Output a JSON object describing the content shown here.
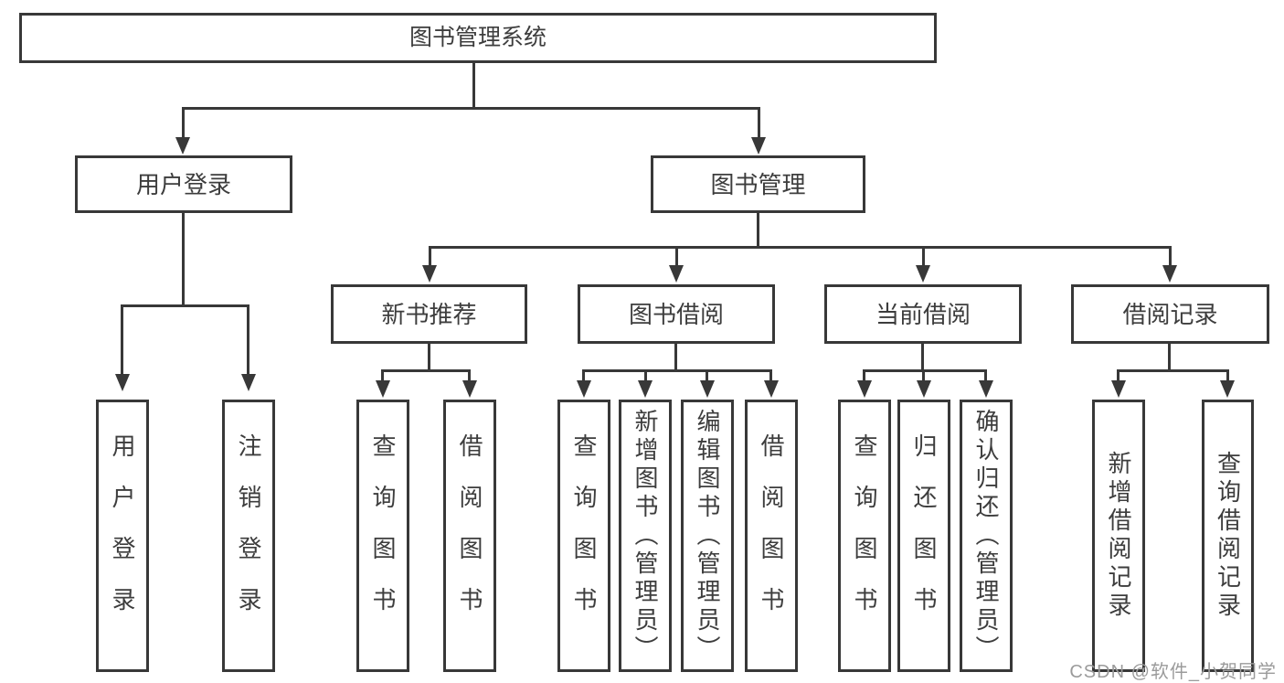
{
  "colors": {
    "line": "#383838",
    "text": "#3d3d3d",
    "watermark": "#9b9b9b",
    "background": "#ffffff"
  },
  "watermark": "CSDN @软件_小贺同学",
  "tree": {
    "label": "图书管理系统",
    "children": [
      {
        "label": "用户登录",
        "children": [
          {
            "label": "用户登录"
          },
          {
            "label": "注销登录"
          }
        ]
      },
      {
        "label": "图书管理",
        "children": [
          {
            "label": "新书推荐",
            "children": [
              {
                "label": "查询图书"
              },
              {
                "label": "借阅图书"
              }
            ]
          },
          {
            "label": "图书借阅",
            "children": [
              {
                "label": "查询图书"
              },
              {
                "label": "新增图书（管理员）"
              },
              {
                "label": "编辑图书（管理员）"
              },
              {
                "label": "借阅图书"
              }
            ]
          },
          {
            "label": "当前借阅",
            "children": [
              {
                "label": "查询图书"
              },
              {
                "label": "归还图书"
              },
              {
                "label": "确认归还（管理员）"
              }
            ]
          },
          {
            "label": "借阅记录",
            "children": [
              {
                "label": "新增借阅记录"
              },
              {
                "label": "查询借阅记录"
              }
            ]
          }
        ]
      }
    ]
  }
}
